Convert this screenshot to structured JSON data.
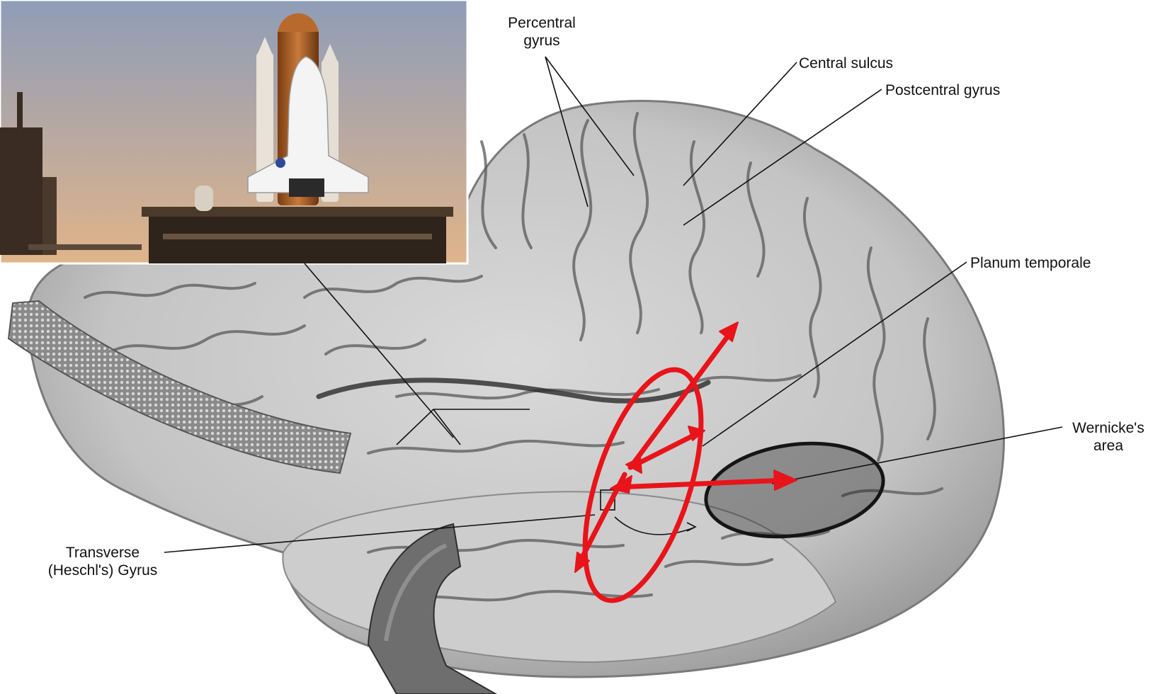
{
  "labels": {
    "precentral": [
      "Percentral",
      "gyrus"
    ],
    "central_sulcus": "Central sulcus",
    "postcentral": "Postcentral gyrus",
    "planum": "Planum temporale",
    "wernicke": [
      "Wernicke's",
      "area"
    ],
    "heschl": [
      "Transverse",
      "(Heschl's) Gyrus"
    ]
  },
  "inset": {
    "subject": "space shuttle on launch platform",
    "sky_top": "#8e9db8",
    "sky_bottom": "#e0b48a"
  },
  "colors": {
    "annotation_red": "#e8141a",
    "wernicke_outline": "#151515",
    "leader_line": "#111111"
  }
}
